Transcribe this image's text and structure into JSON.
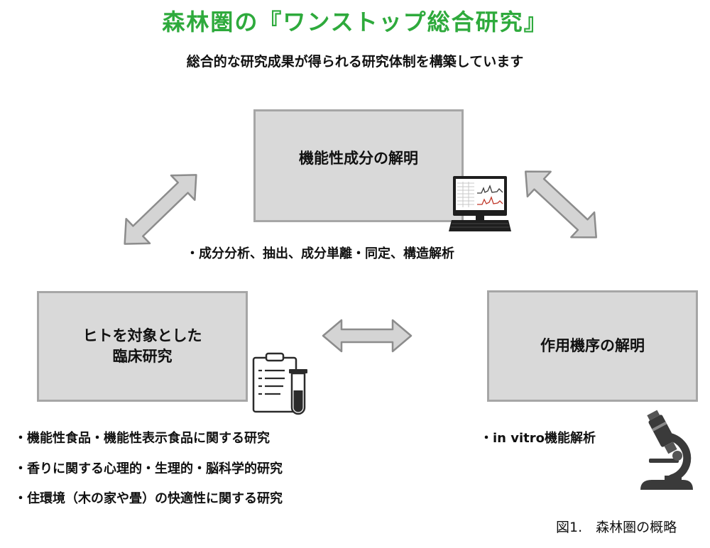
{
  "header": {
    "title": "森林圏の『ワンストップ総合研究』",
    "subtitle": "総合的な研究成果が得られる研究体制を構築しています"
  },
  "boxes": {
    "top": {
      "label": "機能性成分の解明"
    },
    "left": {
      "label_line1": "ヒトを対象とした",
      "label_line2": "臨床研究"
    },
    "right": {
      "label": "作用機序の解明"
    }
  },
  "bullets": {
    "top": "・成分分析、抽出、成分単離・同定、構造解析",
    "left": [
      "・機能性食品・機能性表示食品に関する研究",
      "・香りに関する心理的・生理的・脳科学的研究",
      "・住環境（木の家や畳）の快適性に関する研究"
    ],
    "right": "・in vitro機能解析"
  },
  "caption": "図1.　森林圏の概略",
  "icons": [
    "computer-monitor-icon",
    "clipboard-test-tube-icon",
    "microscope-icon"
  ],
  "colors": {
    "title_green": "#2eaa3c",
    "box_fill": "#d9d9d9",
    "box_border": "#a6a6a6",
    "arrow_fill": "#d4d4d4",
    "arrow_stroke": "#8c8c8c"
  }
}
